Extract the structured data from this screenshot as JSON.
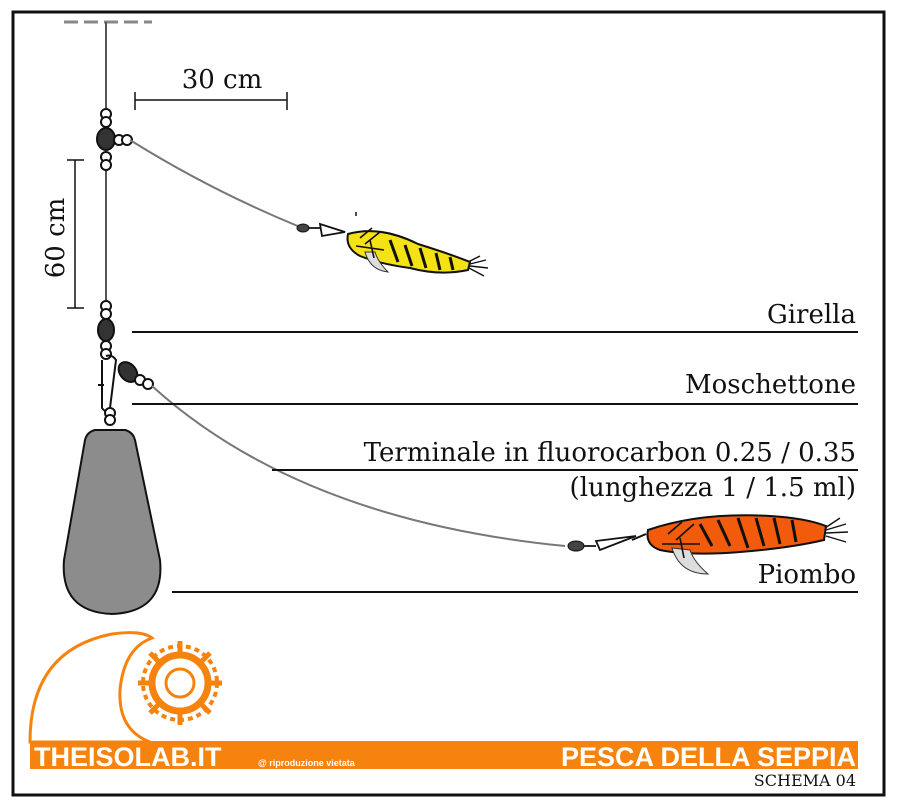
{
  "dimensions": {
    "horizontal": "30 cm",
    "vertical": "60 cm"
  },
  "labels": {
    "girella": "Girella",
    "moschettone": "Moschettone",
    "terminale_line1": "Terminale in fluorocarbon 0.25 / 0.35",
    "terminale_line2": "(lunghezza 1 / 1.5 ml)",
    "piombo": "Piombo"
  },
  "footer": {
    "site": "THEISOLAB.IT",
    "copyright": "@ riproduzione vietata",
    "title": "PESCA DELLA SEPPIA",
    "schema": "SCHEMA 04"
  },
  "colors": {
    "brand_orange": "#f7830f",
    "jig_yellow": "#f4e214",
    "jig_orange": "#f25a0c",
    "sinker_gray": "#8c8c8c",
    "line": "#111111"
  },
  "icons": [
    "swivel-icon",
    "snap-icon",
    "squid-jig-icon",
    "sinker-icon",
    "logo-wheel-icon"
  ]
}
